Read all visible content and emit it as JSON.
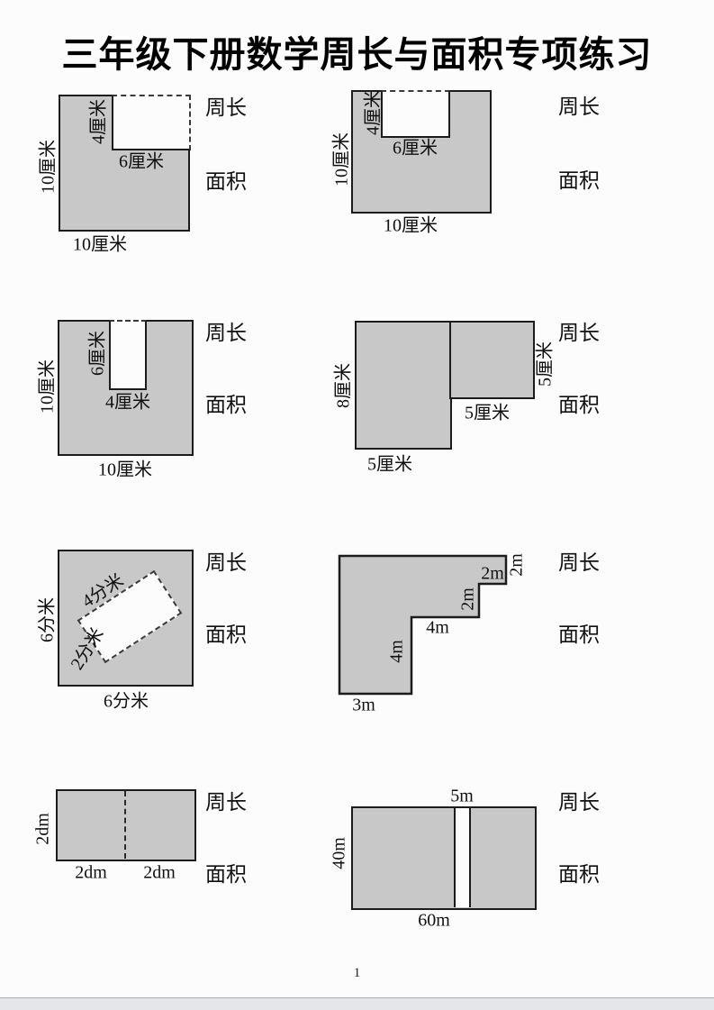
{
  "page": {
    "title": "三年级下册数学周长与面积专项练习",
    "page_number": "1"
  },
  "colors": {
    "shape_fill": "#c8c8c8",
    "outline": "#1c1c1c",
    "background": "#fcfcfd"
  },
  "problems": [
    {
      "labels": {
        "notch_height": "4厘米",
        "notch_width": "6厘米",
        "side_left": "10厘米",
        "side_bottom": "10厘米"
      },
      "perimeter": "周长",
      "area": "面积"
    },
    {
      "labels": {
        "notch_height": "4厘米",
        "notch_width": "6厘米",
        "side_left": "10厘米",
        "side_bottom": "10厘米"
      },
      "perimeter": "周长",
      "area": "面积"
    },
    {
      "labels": {
        "notch_height": "6厘米",
        "notch_width": "4厘米",
        "side_left": "10厘米",
        "side_bottom": "10厘米"
      },
      "perimeter": "周长",
      "area": "面积"
    },
    {
      "labels": {
        "left_height": "8厘米",
        "right_height": "5厘米",
        "right_bottom": "5厘米",
        "left_bottom": "5厘米"
      },
      "perimeter": "周长",
      "area": "面积"
    },
    {
      "labels": {
        "inner_length": "4分米",
        "inner_width": "2分米",
        "side_left": "6分米",
        "side_bottom": "6分米"
      },
      "perimeter": "周长",
      "area": "面积"
    },
    {
      "labels": {
        "right_top": "2m",
        "top_step": "2m",
        "mid_step": "2m",
        "mid_width": "4m",
        "mid_height": "4m",
        "bottom": "3m"
      },
      "perimeter": "周长",
      "area": "面积"
    },
    {
      "labels": {
        "side_left": "2dm",
        "bottom_left": "2dm",
        "bottom_right": "2dm"
      },
      "perimeter": "周长",
      "area": "面积"
    },
    {
      "labels": {
        "strip_width": "5m",
        "side_left": "40m",
        "side_bottom": "60m"
      },
      "perimeter": "周长",
      "area": "面积"
    }
  ]
}
